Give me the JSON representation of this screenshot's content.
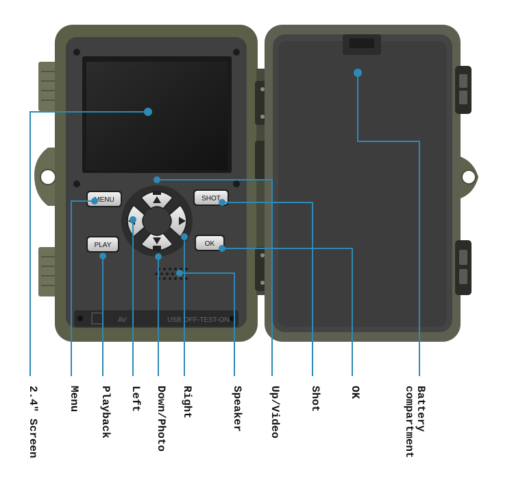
{
  "device": {
    "buttons": {
      "menu": "MENU",
      "shot": "SHOT",
      "play": "PLAY",
      "ok": "OK"
    },
    "bottom_panel": {
      "av": "AV",
      "usb": "USB",
      "mode": "OFF-TEST-ON"
    }
  },
  "callouts": {
    "screen": "2.4\" Screen",
    "menu": "Menu",
    "playback": "Playback",
    "left": "Left",
    "down_photo": "Down/Photo",
    "right": "Right",
    "speaker": "Speaker",
    "up_video": "Up/Video",
    "shot": "Shot",
    "ok": "OK",
    "battery": "Battery\ncompartment"
  },
  "colors": {
    "body_green": "#5b5f48",
    "panel_dark": "#3a3b3a",
    "callout_line": "#2e89b6",
    "button_face": "#e2e2e2"
  }
}
